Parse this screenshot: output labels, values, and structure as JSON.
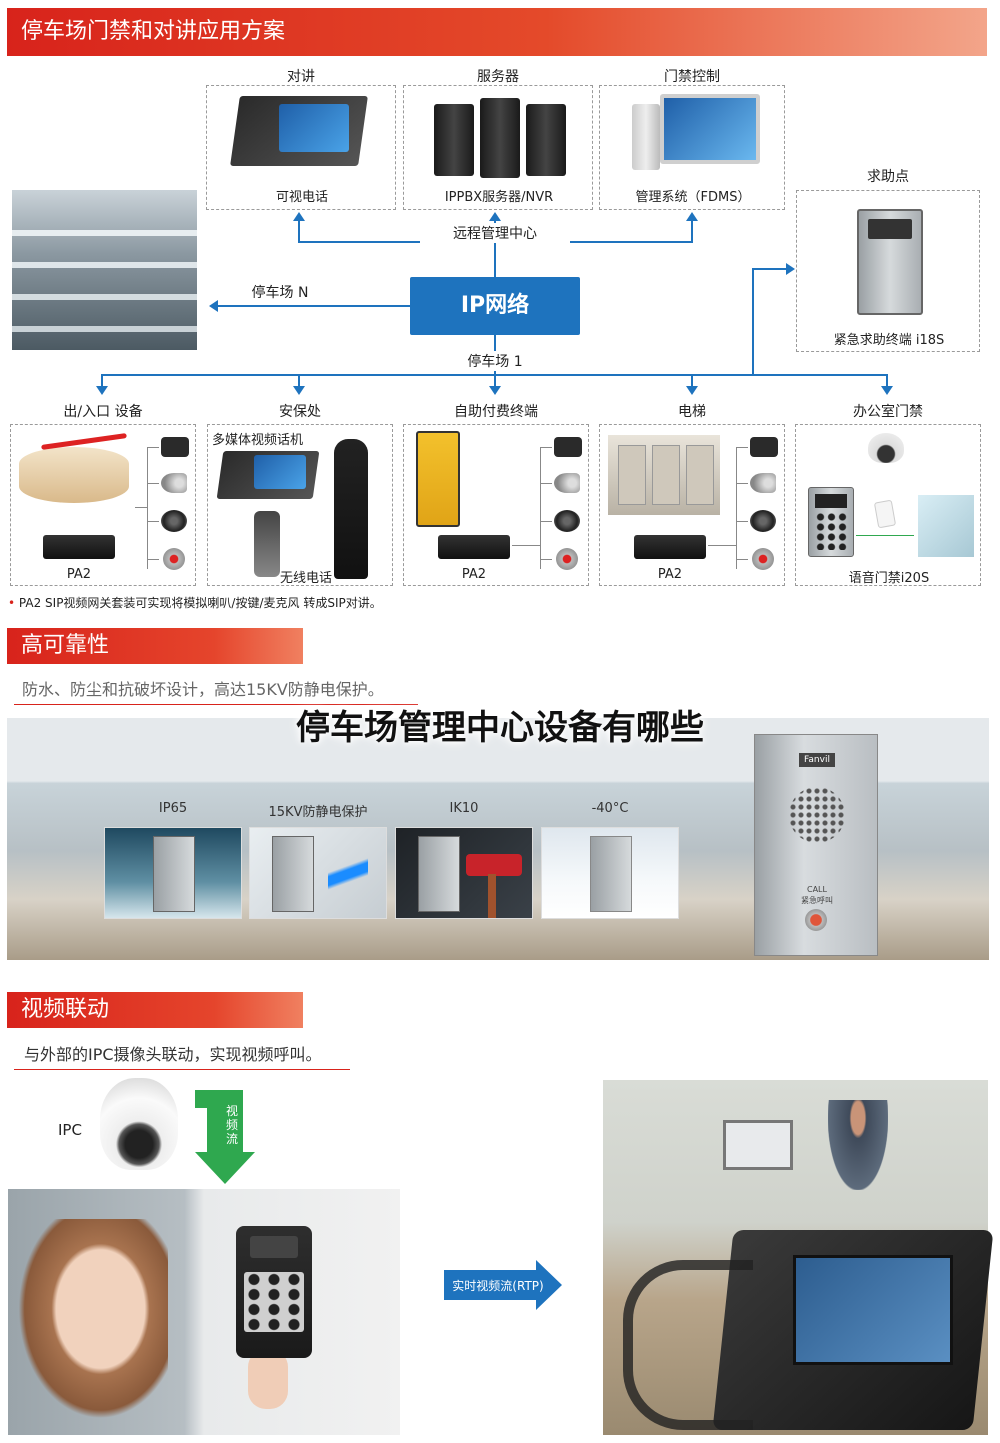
{
  "banners": {
    "top": "停车场门禁和对讲应用方案",
    "reliability": "高可靠性",
    "video": "视频联动"
  },
  "diagram": {
    "top_categories": [
      "对讲",
      "服务器",
      "门禁控制"
    ],
    "top_devices": [
      "可视电话",
      "IPPBX服务器/NVR",
      "管理系统（FDMS）"
    ],
    "help_point": {
      "title": "求助点",
      "device": "紧急求助终端 i18S"
    },
    "remote_center": "远程管理中心",
    "ip_network": "IP网络",
    "parking_n": "停车场 N",
    "parking_1": "停车场 1",
    "bottom_categories": [
      "出/入口 设备",
      "安保处",
      "自助付费终端",
      "电梯",
      "办公室门禁"
    ],
    "security_labels": {
      "top": "多媒体视频话机",
      "bottom": "无线电话"
    },
    "pa2": "PA2",
    "office_device": "语音门禁i20S",
    "note": "PA2 SIP视频网关套装可实现将模拟喇叭/按键/麦克风 转成SIP对讲。"
  },
  "title_overlay": "停车场管理中心设备有哪些",
  "reliability": {
    "subtitle": "防水、防尘和抗破坏设计，高达15KV防静电保护。",
    "features": [
      "IP65",
      "15KV防静电保护",
      "IK10",
      "-40°C"
    ],
    "panel_brand": "Fanvil",
    "panel_call": "CALL",
    "panel_call_cn": "紧急呼叫"
  },
  "video": {
    "subtitle": "与外部的IPC摄像头联动，实现视频呼叫。",
    "ipc": "IPC",
    "stream": "视频流",
    "rtp": "实时视频流(RTP)"
  },
  "colors": {
    "accent_red": "#d8231b",
    "network_blue": "#1e73be",
    "arrow_green": "#2fa84f"
  }
}
